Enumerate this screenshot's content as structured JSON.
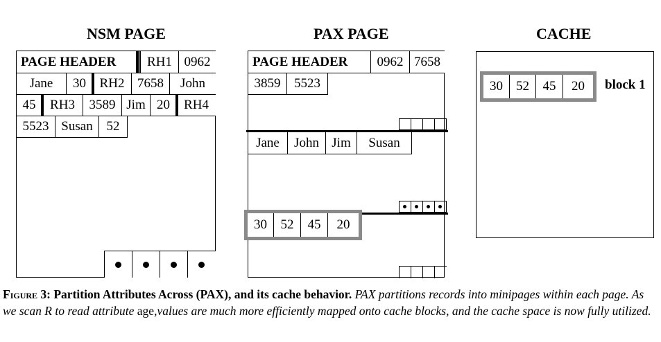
{
  "nsm": {
    "title": "NSM PAGE",
    "header": "PAGE HEADER",
    "row1": [
      "RH1",
      "0962"
    ],
    "row2": [
      "Jane",
      "30",
      "RH2",
      "7658",
      "John"
    ],
    "row3": [
      "45",
      "RH3",
      "3589",
      "Jim",
      "20",
      "RH4"
    ],
    "row4": [
      "5523",
      "Susan",
      "52"
    ],
    "slot_dots": [
      "•",
      "•",
      "•",
      "•"
    ]
  },
  "pax": {
    "title": "PAX PAGE",
    "header": "PAGE HEADER",
    "row1": [
      "0962",
      "7658"
    ],
    "row2": [
      "3859",
      "5523"
    ],
    "names": [
      "Jane",
      "John",
      "Jim",
      "Susan"
    ],
    "ages": [
      "30",
      "52",
      "45",
      "20"
    ]
  },
  "cache": {
    "title": "CACHE",
    "block_values": [
      "30",
      "52",
      "45",
      "20"
    ],
    "block_label": "block 1"
  },
  "caption": {
    "figure_label": "Figure 3:",
    "figure_title": "Partition Attributes Across (PAX), and its cache behavior.",
    "text_part1": "PAX partitions records into minipages within each page. As we scan R to read attribute",
    "attr": "age",
    "text_part2": ",values are much more efficiently mapped onto cache blocks, and the cache space is now fully utilized."
  }
}
